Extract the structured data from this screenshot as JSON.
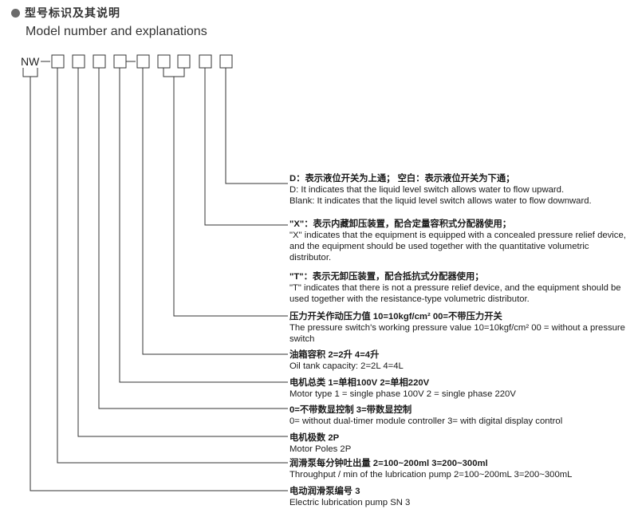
{
  "header": {
    "title_cn": "型号标识及其说明",
    "title_en": "Model number and explanations"
  },
  "model": {
    "prefix": "NW"
  },
  "descriptions": [
    {
      "lines": [
        "D：表示液位开关为上通；  空白：表示液位开关为下通；",
        "D: It indicates that the liquid level switch allows water to flow upward.",
        "Blank: It indicates that the liquid level switch allows water to flow downward."
      ]
    },
    {
      "lines": [
        "\"X\"：表示内藏卸压装置，配合定量容积式分配器使用；",
        "\"X\" indicates that the equipment is equipped with a concealed pressure relief device, and the equipment should be used together with the quantitative volumetric distributor."
      ]
    },
    {
      "lines": [
        "\"T\"：表示无卸压装置，配合抵抗式分配器使用；",
        "\"T\" indicates that there is not a pressure relief device, and the equipment should be used together with the resistance-type volumetric distributor."
      ]
    },
    {
      "lines": [
        "压力开关作动压力值  10=10kgf/cm² 00=不带压力开关",
        "The pressure switch's working pressure value 10=10kgf/cm² 00 = without a pressure switch"
      ]
    },
    {
      "lines": [
        "油箱容积   2=2升    4=4升",
        "Oil tank capacity: 2=2L  4=4L"
      ]
    },
    {
      "lines": [
        "电机总类  1=单相100V  2=单相220V",
        "Motor type 1 = single phase 100V  2 = single phase 220V"
      ]
    },
    {
      "lines": [
        "0=不带数显控制  3=带数显控制",
        "0= without dual-timer module controller  3= with digital display control"
      ]
    },
    {
      "lines": [
        "电机极数  2P",
        "Motor Poles 2P"
      ]
    },
    {
      "lines": [
        "润滑泵每分钟吐出量  2=100~200ml  3=200~300ml",
        "Throughput / min of the lubrication pump 2=100~200mL  3=200~300mL"
      ]
    },
    {
      "lines": [
        "电动润滑泵编号  3",
        "Electric lubrication pump SN 3"
      ]
    }
  ]
}
